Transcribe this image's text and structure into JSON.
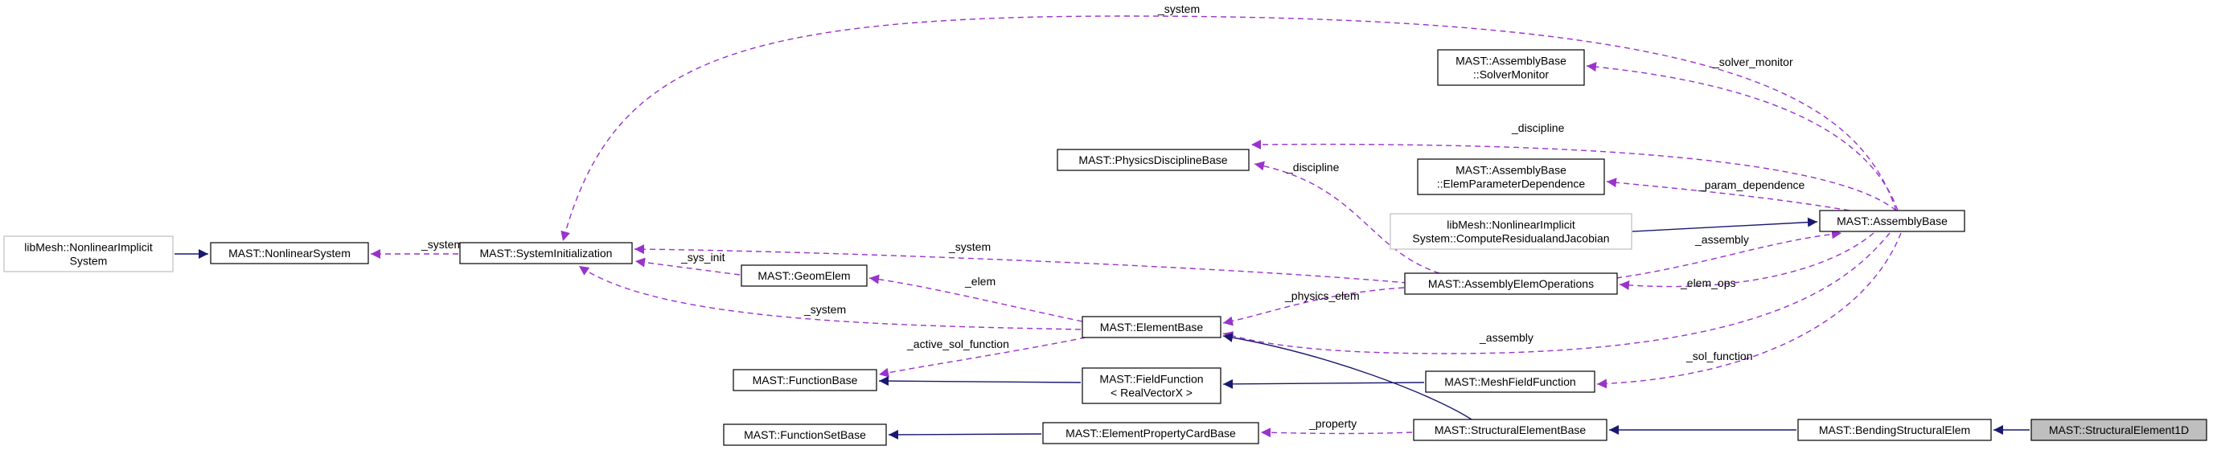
{
  "diagram": {
    "nodes": [
      {
        "id": "nonlinear_implicit_system",
        "lines": [
          "libMesh::NonlinearImplicit",
          "System"
        ],
        "external": true
      },
      {
        "id": "nonlinear_system",
        "lines": [
          "MAST::NonlinearSystem"
        ]
      },
      {
        "id": "system_initialization",
        "lines": [
          "MAST::SystemInitialization"
        ]
      },
      {
        "id": "geom_elem",
        "lines": [
          "MAST::GeomElem"
        ]
      },
      {
        "id": "function_base",
        "lines": [
          "MAST::FunctionBase"
        ]
      },
      {
        "id": "function_set_base",
        "lines": [
          "MAST::FunctionSetBase"
        ]
      },
      {
        "id": "physics_discipline_base",
        "lines": [
          "MAST::PhysicsDisciplineBase"
        ]
      },
      {
        "id": "element_base",
        "lines": [
          "MAST::ElementBase"
        ]
      },
      {
        "id": "field_function",
        "lines": [
          "MAST::FieldFunction",
          "< RealVectorX >"
        ]
      },
      {
        "id": "element_property_card_base",
        "lines": [
          "MAST::ElementPropertyCardBase"
        ]
      },
      {
        "id": "solver_monitor",
        "lines": [
          "MAST::AssemblyBase",
          "::SolverMonitor"
        ]
      },
      {
        "id": "elem_parameter_dependence",
        "lines": [
          "MAST::AssemblyBase",
          "::ElemParameterDependence"
        ]
      },
      {
        "id": "compute_residual_jacobian",
        "lines": [
          "libMesh::NonlinearImplicit",
          "System::ComputeResidualandJacobian"
        ],
        "external": true
      },
      {
        "id": "assembly_elem_operations",
        "lines": [
          "MAST::AssemblyElemOperations"
        ]
      },
      {
        "id": "mesh_field_function",
        "lines": [
          "MAST::MeshFieldFunction"
        ]
      },
      {
        "id": "structural_element_base",
        "lines": [
          "MAST::StructuralElementBase"
        ]
      },
      {
        "id": "assembly_base",
        "lines": [
          "MAST::AssemblyBase"
        ]
      },
      {
        "id": "bending_structural_elem",
        "lines": [
          "MAST::BendingStructuralElem"
        ]
      },
      {
        "id": "structural_element_1d",
        "lines": [
          "MAST::StructuralElement1D"
        ],
        "highlight": true
      }
    ],
    "edges": [
      {
        "id": "e_nis_ns",
        "kind": "inherit",
        "from": "nonlinear_implicit_system",
        "to": "nonlinear_system",
        "label": ""
      },
      {
        "id": "e_ns_si",
        "kind": "uses",
        "from": "nonlinear_system",
        "to": "system_initialization",
        "label": "_system"
      },
      {
        "id": "e_si_ab",
        "kind": "uses",
        "from": "system_initialization",
        "to": "assembly_base",
        "label": "_system"
      },
      {
        "id": "e_sm_ab",
        "kind": "uses",
        "from": "solver_monitor",
        "to": "assembly_base",
        "label": "_solver_monitor"
      },
      {
        "id": "e_pdb_ab",
        "kind": "uses",
        "from": "physics_discipline_base",
        "to": "assembly_base",
        "label": "_discipline"
      },
      {
        "id": "e_epd_ab",
        "kind": "uses",
        "from": "elem_parameter_dependence",
        "to": "assembly_base",
        "label": "_param_dependence"
      },
      {
        "id": "e_crj_ab",
        "kind": "inherit",
        "from": "compute_residual_jacobian",
        "to": "assembly_base",
        "label": ""
      },
      {
        "id": "e_pdb_aeo",
        "kind": "uses",
        "from": "physics_discipline_base",
        "to": "assembly_elem_operations",
        "label": "_discipline"
      },
      {
        "id": "e_si_aeo",
        "kind": "uses",
        "from": "system_initialization",
        "to": "assembly_elem_operations",
        "label": "_system"
      },
      {
        "id": "e_ab_aeo",
        "kind": "uses",
        "from": "assembly_base",
        "to": "assembly_elem_operations",
        "label": "_assembly"
      },
      {
        "id": "e_aeo_ab",
        "kind": "uses",
        "from": "assembly_elem_operations",
        "to": "assembly_base",
        "label": "_elem_ops"
      },
      {
        "id": "e_si_ge",
        "kind": "uses",
        "from": "system_initialization",
        "to": "geom_elem",
        "label": "_sys_init"
      },
      {
        "id": "e_ge_eb",
        "kind": "uses",
        "from": "geom_elem",
        "to": "element_base",
        "label": "_elem"
      },
      {
        "id": "e_si_eb",
        "kind": "uses",
        "from": "system_initialization",
        "to": "element_base",
        "label": "_system"
      },
      {
        "id": "e_eb_aeo",
        "kind": "uses",
        "from": "element_base",
        "to": "assembly_elem_operations",
        "label": "_physics_elem"
      },
      {
        "id": "e_ab_eb",
        "kind": "uses",
        "from": "assembly_base",
        "to": "element_base",
        "label": "_assembly"
      },
      {
        "id": "e_fb_eb",
        "kind": "uses",
        "from": "function_base",
        "to": "element_base",
        "label": "_active_sol_function"
      },
      {
        "id": "e_fb_ff",
        "kind": "inherit",
        "from": "function_base",
        "to": "field_function",
        "label": ""
      },
      {
        "id": "e_ff_mff",
        "kind": "inherit",
        "from": "field_function",
        "to": "mesh_field_function",
        "label": ""
      },
      {
        "id": "e_mff_ab",
        "kind": "uses",
        "from": "mesh_field_function",
        "to": "assembly_base",
        "label": "_sol_function"
      },
      {
        "id": "e_fsb_epcb",
        "kind": "inherit",
        "from": "function_set_base",
        "to": "element_property_card_base",
        "label": ""
      },
      {
        "id": "e_epcb_seb",
        "kind": "uses",
        "from": "element_property_card_base",
        "to": "structural_element_base",
        "label": "_property"
      },
      {
        "id": "e_eb_seb",
        "kind": "inherit",
        "from": "element_base",
        "to": "structural_element_base",
        "label": ""
      },
      {
        "id": "e_seb_bse",
        "kind": "inherit",
        "from": "structural_element_base",
        "to": "bending_structural_elem",
        "label": ""
      },
      {
        "id": "e_bse_se1d",
        "kind": "inherit",
        "from": "bending_structural_elem",
        "to": "structural_element_1d",
        "label": ""
      }
    ],
    "colors": {
      "inherit": "#191970",
      "uses": "#9a32cd",
      "external_border": "#bfbfbf",
      "highlight_fill": "#bfbfbf"
    }
  }
}
